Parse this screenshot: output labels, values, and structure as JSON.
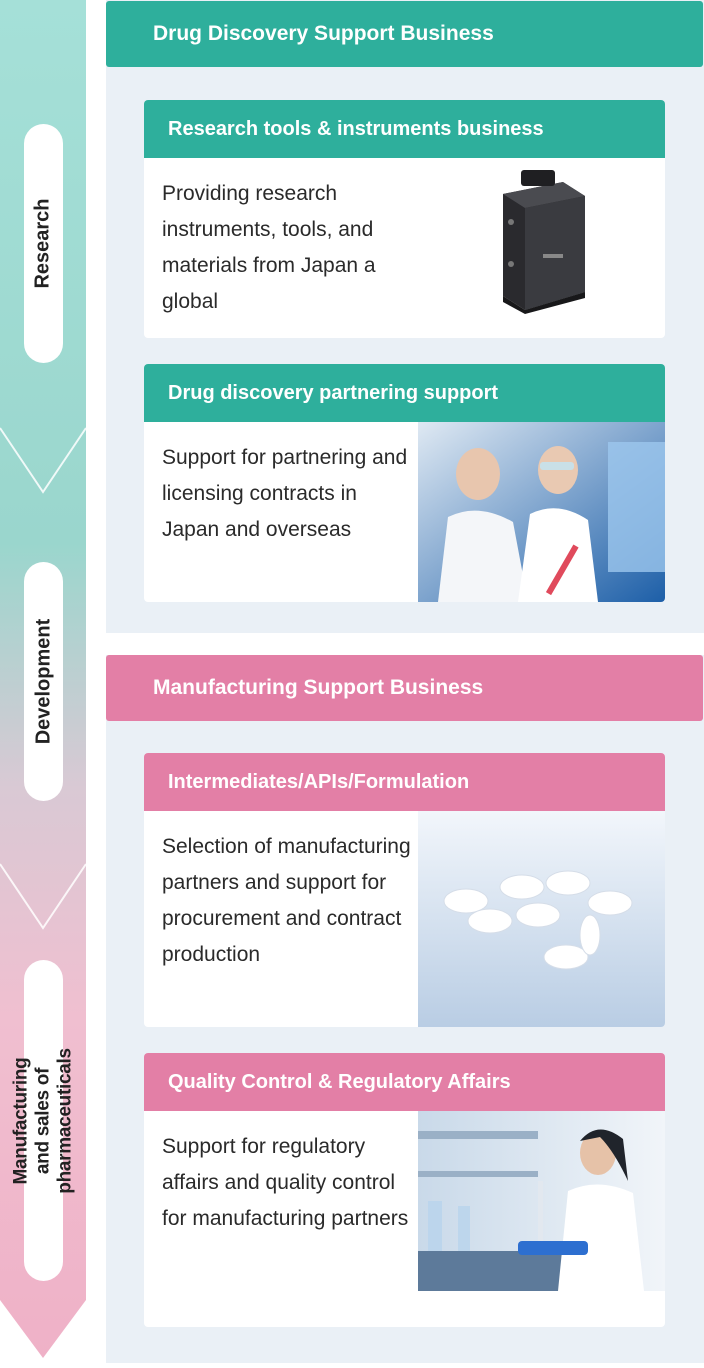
{
  "stages": [
    "Research",
    "Development",
    "Manufacturing and sales of pharmaceuticals"
  ],
  "colors": {
    "teal": "#2eaf9c",
    "pink": "#e37fa6",
    "panel": "#eaf0f6"
  },
  "drug_discovery": {
    "title": "Drug Discovery Support Business",
    "cards": [
      {
        "title": "Research tools & instruments business",
        "text": "Providing research instruments, tools, and materials from Japan a global",
        "image": "imaging-instrument"
      },
      {
        "title": "Drug discovery partnering support",
        "text": "Support for partnering and licensing contracts in Japan and overseas",
        "image": "lab-scientists-photo"
      }
    ]
  },
  "manufacturing": {
    "title": "Manufacturing Support Business",
    "cards": [
      {
        "title": "Intermediates/APIs/Formulation",
        "text": "Selection of manufacturing partners and support for procurement and contract production",
        "image": "tablets-photo"
      },
      {
        "title": "Quality Control & Regulatory Affairs",
        "text": "Support for regulatory affairs and quality control for manufacturing partners",
        "image": "lab-technician-photo"
      }
    ]
  }
}
